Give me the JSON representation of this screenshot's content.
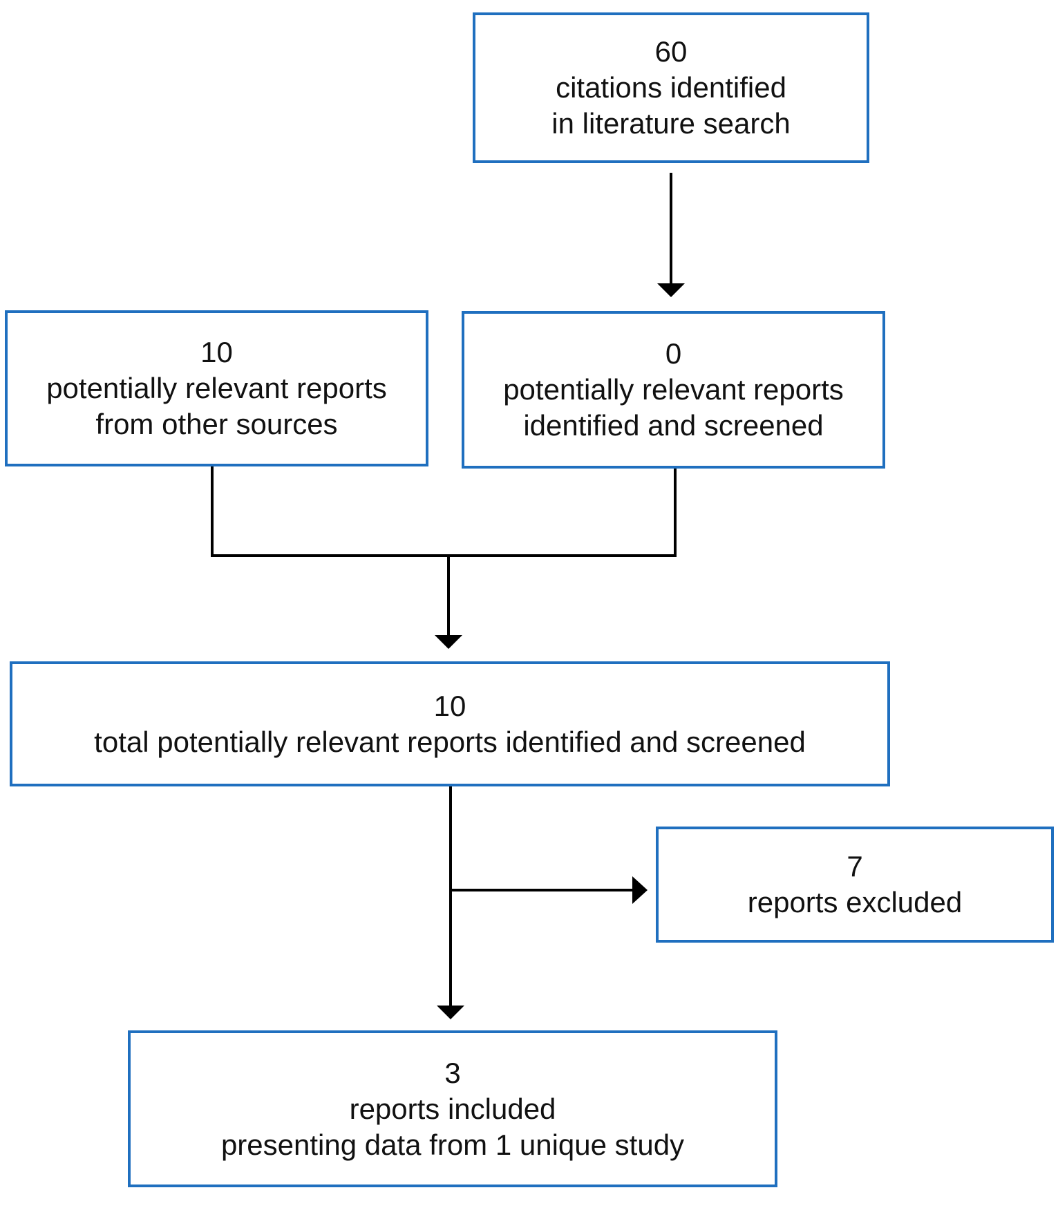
{
  "boxes": {
    "literature_search": {
      "count": "60",
      "lines": [
        "citations identified",
        "in literature search"
      ]
    },
    "other_sources": {
      "count": "10",
      "lines": [
        "potentially relevant reports",
        "from other sources"
      ]
    },
    "identified_screened": {
      "count": "0",
      "lines": [
        "potentially relevant reports",
        "identified and screened"
      ]
    },
    "total_screened": {
      "count": "10",
      "lines": [
        "total potentially relevant reports identified and screened"
      ]
    },
    "excluded": {
      "count": "7",
      "lines": [
        "reports excluded"
      ]
    },
    "included": {
      "count": "3",
      "lines": [
        "reports included",
        "presenting data from 1 unique study"
      ]
    }
  },
  "colors": {
    "box_border": "#1f6fbf",
    "connector": "#000000",
    "text": "#111111"
  }
}
